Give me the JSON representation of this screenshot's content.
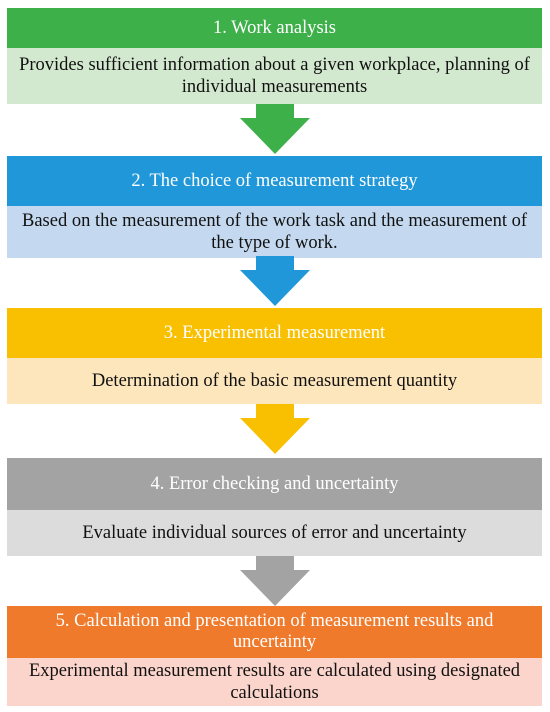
{
  "steps": [
    {
      "title": "1. Work analysis",
      "description": "Provides sufficient information about a given workplace, planning of individual measurements",
      "head_color": "#3eb04a",
      "body_color": "#d3e9cf"
    },
    {
      "title": "2. The choice of measurement strategy",
      "description": "Based on the measurement of the work task and the measurement of the type of work.",
      "head_color": "#1f97d9",
      "body_color": "#c4d9ef"
    },
    {
      "title": "3. Experimental measurement",
      "description": "Determination of the basic measurement quantity",
      "head_color": "#f8c000",
      "body_color": "#fde6bc"
    },
    {
      "title": "4. Error checking and uncertainty",
      "description": "Evaluate individual sources of error and uncertainty",
      "head_color": "#a3a3a3",
      "body_color": "#dcdcdc"
    },
    {
      "title": "5. Calculation and presentation of measurement results and uncertainty",
      "description": "Experimental measurement results are calculated using designated calculations",
      "head_color": "#f07a2c",
      "body_color": "#fbd4cb"
    }
  ],
  "arrows": [
    {
      "color": "#3eb04a"
    },
    {
      "color": "#1f97d9"
    },
    {
      "color": "#f8c000"
    },
    {
      "color": "#a3a3a3"
    }
  ]
}
